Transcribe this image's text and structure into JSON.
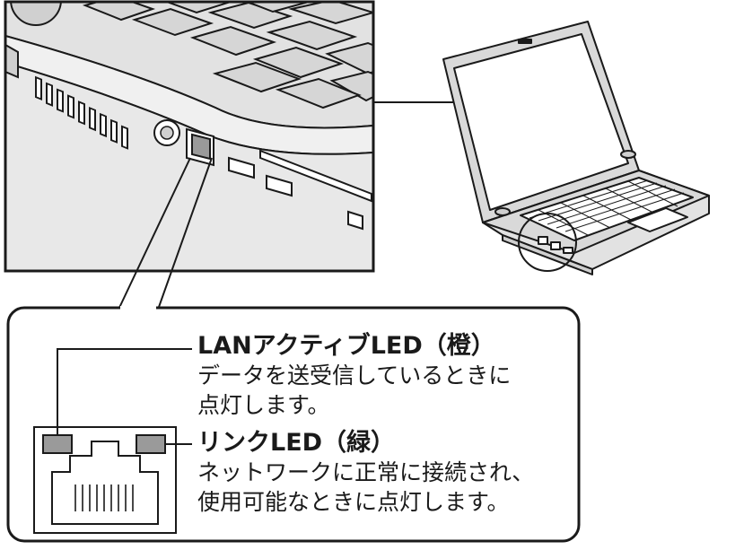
{
  "callout": {
    "activity_led": {
      "title": "LANアクティブLED（橙）",
      "line1": "データを送受信しているときに",
      "line2": "点灯します。"
    },
    "link_led": {
      "title": "リンクLED（緑）",
      "line1": "ネットワークに正常に接続され、",
      "line2": "使用可能なときに点灯します。"
    }
  },
  "colors": {
    "outline": "#1a1a1a",
    "body_gray": "#d9d9d9",
    "led_gray": "#9a9a9a",
    "background": "#ffffff"
  },
  "icons": [
    "laptop-illustration",
    "lan-port-icon",
    "usb-port-icon",
    "s-video-port-icon",
    "speaker-grille"
  ]
}
